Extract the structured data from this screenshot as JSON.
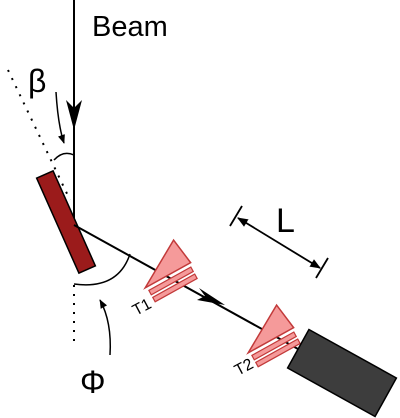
{
  "labels": {
    "beam": "Beam",
    "beta": "β",
    "length": "L",
    "phi": "Φ",
    "target1": "T1",
    "target2": "T2"
  },
  "colors": {
    "line": "#000000",
    "crystal": "#9b1b1b",
    "target_fill": "#f59a9a",
    "target_stroke": "#c23a3a",
    "detector": "#3d3d3d"
  }
}
